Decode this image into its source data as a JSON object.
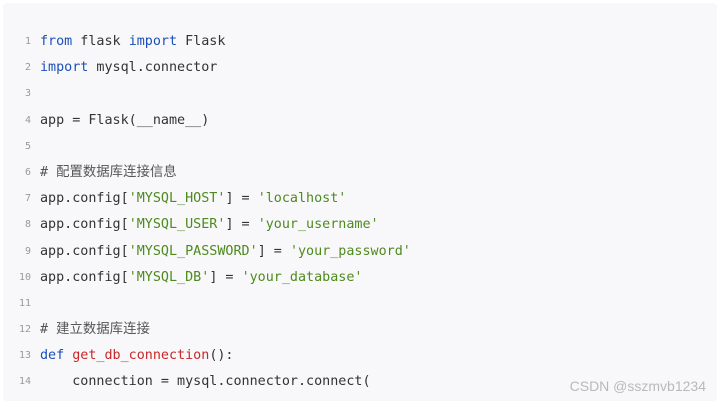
{
  "code_block": {
    "lines": [
      {
        "number": "1",
        "tokens": [
          {
            "t": "from",
            "c": "kw"
          },
          {
            "t": " flask ",
            "c": "op"
          },
          {
            "t": "import",
            "c": "kw"
          },
          {
            "t": " Flask",
            "c": "op"
          }
        ]
      },
      {
        "number": "2",
        "tokens": [
          {
            "t": "import",
            "c": "kw"
          },
          {
            "t": " mysql.connector",
            "c": "op"
          }
        ]
      },
      {
        "number": "3",
        "tokens": []
      },
      {
        "number": "4",
        "tokens": [
          {
            "t": "app = Flask(__name__)",
            "c": "op"
          }
        ]
      },
      {
        "number": "5",
        "tokens": []
      },
      {
        "number": "6",
        "tokens": [
          {
            "t": "# 配置数据库连接信息",
            "c": "cm"
          }
        ]
      },
      {
        "number": "7",
        "tokens": [
          {
            "t": "app.config[",
            "c": "op"
          },
          {
            "t": "'MYSQL_HOST'",
            "c": "str"
          },
          {
            "t": "] = ",
            "c": "op"
          },
          {
            "t": "'localhost'",
            "c": "str"
          }
        ]
      },
      {
        "number": "8",
        "tokens": [
          {
            "t": "app.config[",
            "c": "op"
          },
          {
            "t": "'MYSQL_USER'",
            "c": "str"
          },
          {
            "t": "] = ",
            "c": "op"
          },
          {
            "t": "'your_username'",
            "c": "str"
          }
        ]
      },
      {
        "number": "9",
        "tokens": [
          {
            "t": "app.config[",
            "c": "op"
          },
          {
            "t": "'MYSQL_PASSWORD'",
            "c": "str"
          },
          {
            "t": "] = ",
            "c": "op"
          },
          {
            "t": "'your_password'",
            "c": "str"
          }
        ]
      },
      {
        "number": "10",
        "tokens": [
          {
            "t": "app.config[",
            "c": "op"
          },
          {
            "t": "'MYSQL_DB'",
            "c": "str"
          },
          {
            "t": "] = ",
            "c": "op"
          },
          {
            "t": "'your_database'",
            "c": "str"
          }
        ]
      },
      {
        "number": "11",
        "tokens": []
      },
      {
        "number": "12",
        "tokens": [
          {
            "t": "# 建立数据库连接",
            "c": "cm"
          }
        ]
      },
      {
        "number": "13",
        "tokens": [
          {
            "t": "def",
            "c": "kw"
          },
          {
            "t": " ",
            "c": "op"
          },
          {
            "t": "get_db_connection",
            "c": "fn"
          },
          {
            "t": "():",
            "c": "op"
          }
        ]
      },
      {
        "number": "14",
        "tokens": [
          {
            "t": "    connection = mysql.connector.connect(",
            "c": "op"
          }
        ]
      }
    ]
  },
  "watermark": "CSDN @sszmvb1234",
  "colors": {
    "background": "#f8f8fa",
    "keyword": "#1c4fb8",
    "string": "#4e8a1e",
    "function": "#c82829",
    "text": "#333333"
  }
}
